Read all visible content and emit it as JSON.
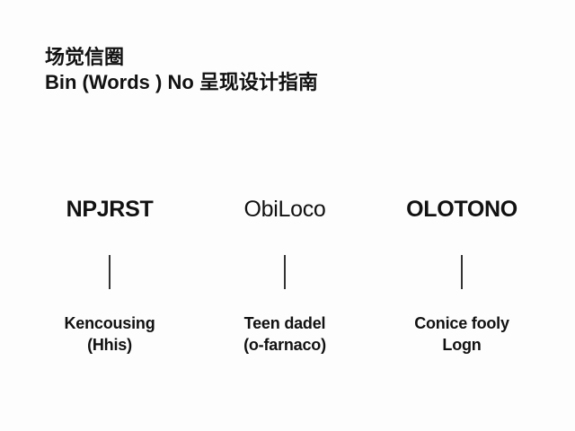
{
  "header": {
    "line1": "场觉信圈",
    "line2": "Bin (Words ) No 呈现设计指南"
  },
  "columns": [
    {
      "logo": "NPJRST",
      "desc_line1": "Kencousing",
      "desc_line2": "(Hhis)"
    },
    {
      "logo": "ObiLoco",
      "desc_line1": "Teen dadel",
      "desc_line2": "(o-farnaco)"
    },
    {
      "logo": "OLOTONO",
      "desc_line1": "Conice fooly",
      "desc_line2": "Logn"
    }
  ]
}
